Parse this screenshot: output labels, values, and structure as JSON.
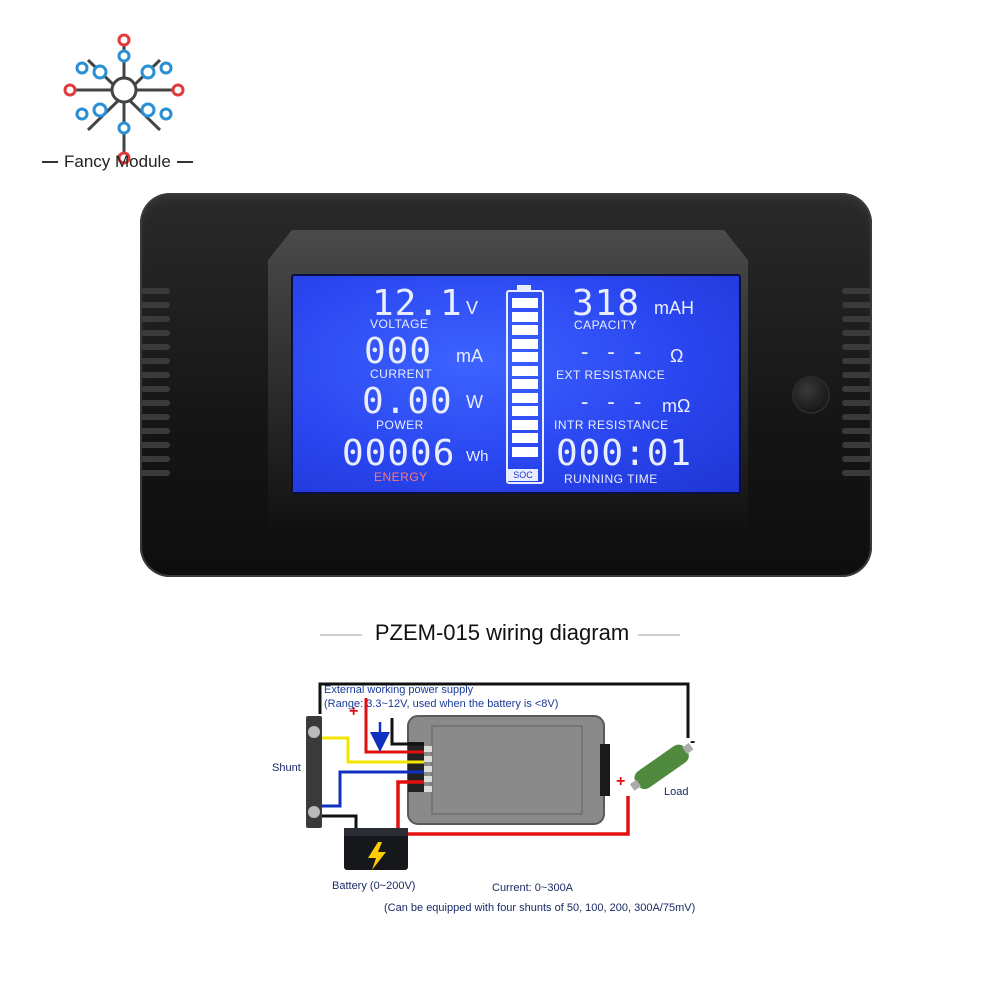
{
  "brand": {
    "name": "Fancy Module"
  },
  "colors": {
    "lcd_bg": "#2a46f0",
    "lcd_text": "#e9eeff",
    "device": "#151515",
    "wire_red": "#e01010",
    "wire_yellow": "#f2e600",
    "wire_blue": "#1030c0",
    "wire_black": "#111111"
  },
  "lcd": {
    "voltage": {
      "value": "12.1",
      "unit": "V",
      "label": "VOLTAGE"
    },
    "current": {
      "value": "000",
      "unit": "mA",
      "label": "CURRENT"
    },
    "power": {
      "value": "0.00",
      "unit": "W",
      "label": "POWER"
    },
    "energy": {
      "value": "00006",
      "unit": "Wh",
      "label": "ENERGY"
    },
    "capacity": {
      "value": "318",
      "unit": "mAH",
      "label": "CAPACITY"
    },
    "ext_resistance": {
      "value": "- - -",
      "unit": "Ω",
      "label": "EXT RESISTANCE"
    },
    "intr_resistance": {
      "value": "- - -",
      "unit": "mΩ",
      "label": "INTR RESISTANCE"
    },
    "running_time": {
      "value": "000:01",
      "label": "RUNNING TIME"
    },
    "soc": {
      "label": "SOC",
      "segments": 12
    }
  },
  "diagram": {
    "title": "PZEM-015 wiring diagram",
    "power_supply_title": "External working power supply",
    "power_supply_range": "(Range: 3.3~12V, used when the battery is <8V)",
    "shunt": "Shunt",
    "load": "Load",
    "battery": "Battery (0~200V)",
    "current": "Current: 0~300A",
    "shunt_note": "(Can be equipped with four shunts of 50, 100, 200, 300A/75mV)",
    "plus": "+",
    "minus": "-"
  },
  "icons": [
    "logo-circuit-icon",
    "battery-bolt-icon",
    "resistor-icon",
    "shunt-icon"
  ]
}
